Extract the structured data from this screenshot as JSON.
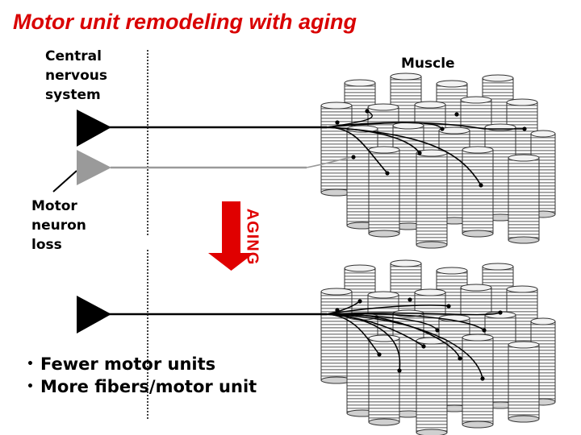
{
  "title": "Motor unit remodeling with aging",
  "labels": {
    "cns": [
      "Central",
      "nervous",
      "system"
    ],
    "muscle": "Muscle",
    "motor_neuron_loss": [
      "Motor",
      "neuron",
      "loss"
    ],
    "aging": "AGING"
  },
  "bullets": [
    "Fewer motor units",
    "More fibers/motor unit"
  ],
  "colors": {
    "title": "#d90000",
    "arrow": "#e00000",
    "neuron_surviving": "#000000",
    "neuron_lost": "#9a9a9a"
  },
  "icons": {
    "bullet": "•"
  }
}
